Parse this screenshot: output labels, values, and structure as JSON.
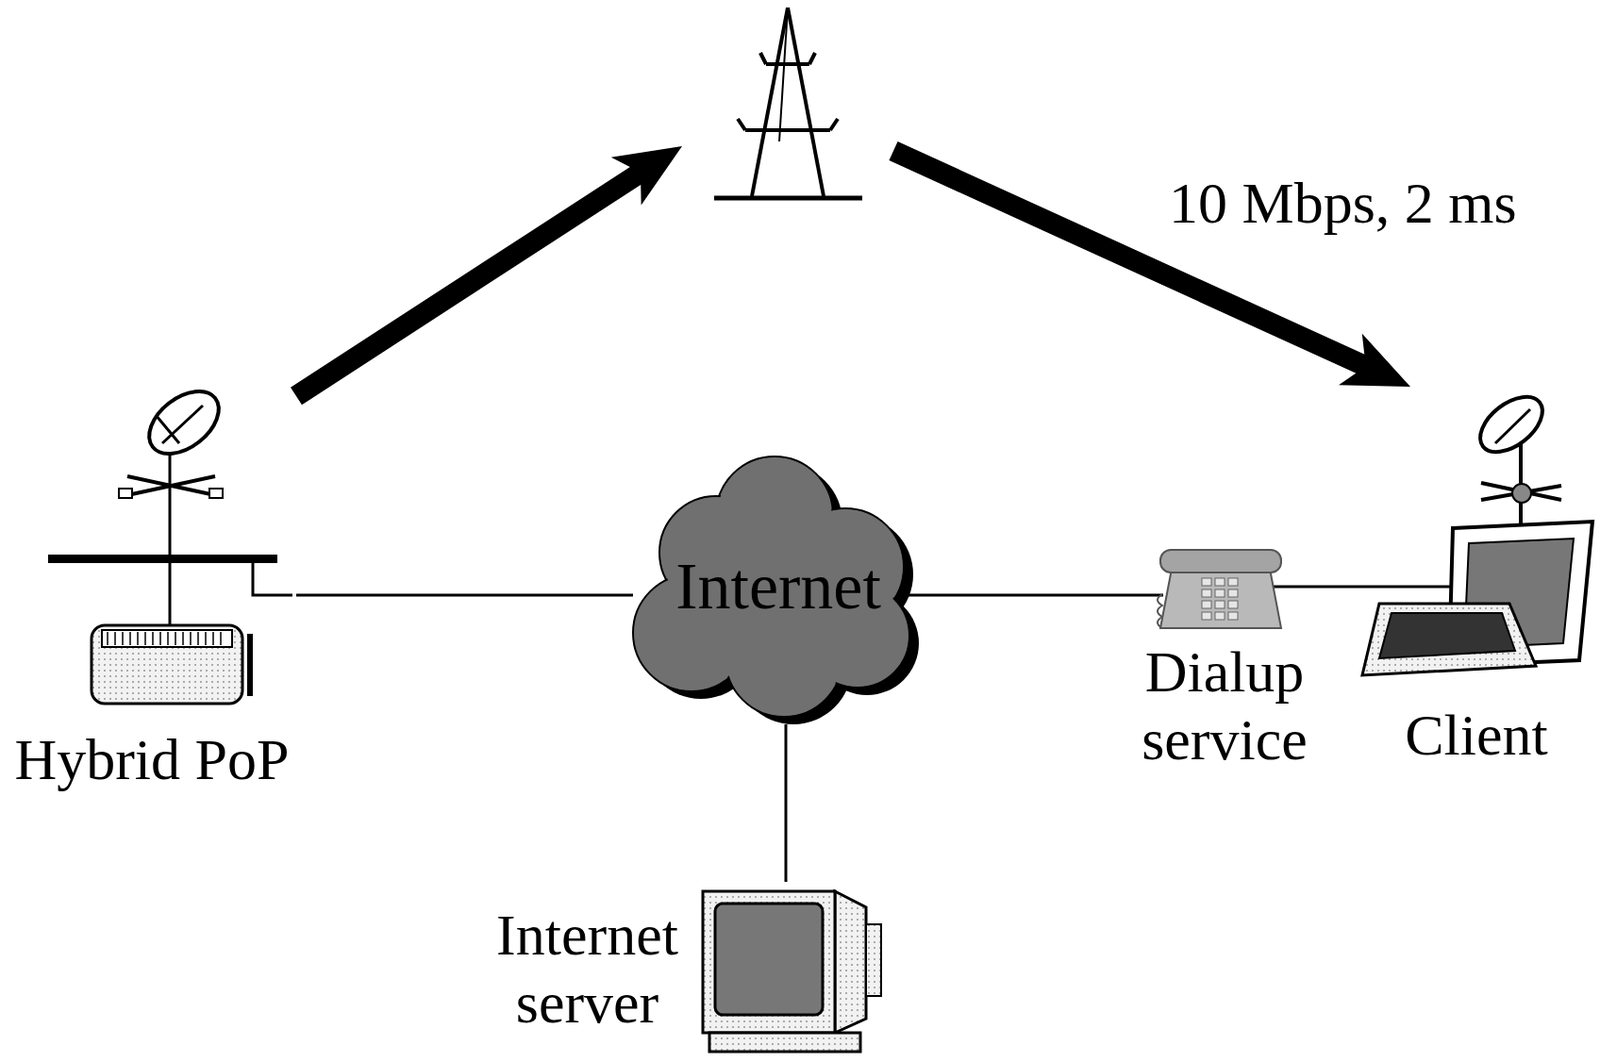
{
  "diagram": {
    "nodes": [
      {
        "text": [
          "Hybrid PoP"
        ]
      },
      {
        "text": [
          "Internet"
        ]
      },
      {
        "text": [
          "Dialup service"
        ]
      },
      {
        "text": [
          "Client"
        ]
      },
      {
        "text": [
          "Internet server"
        ]
      }
    ],
    "edges": [
      {
        "from": 0,
        "to": 3,
        "arrow": "to",
        "label": "10 Mbps, 2 ms"
      },
      {
        "from": 0,
        "to": 1,
        "arrow": "none"
      },
      {
        "from": 1,
        "to": 4,
        "arrow": "none"
      },
      {
        "from": 1,
        "to": 2,
        "arrow": "none"
      },
      {
        "from": 2,
        "to": 3,
        "arrow": "none"
      }
    ]
  }
}
